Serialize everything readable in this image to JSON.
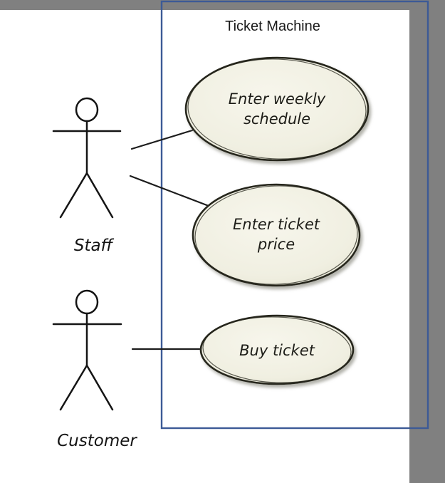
{
  "app": {
    "surround_color": "#808080",
    "page_color": "#ffffff"
  },
  "diagram": {
    "type": "uml-use-case",
    "system_boundary": {
      "title": "Ticket Machine",
      "border_color": "#3c5a96"
    },
    "actors": [
      {
        "id": "staff",
        "label": "Staff"
      },
      {
        "id": "customer",
        "label": "Customer"
      }
    ],
    "use_cases": [
      {
        "id": "enter-weekly-schedule",
        "lines": [
          "Enter weekly",
          "schedule"
        ]
      },
      {
        "id": "enter-ticket-price",
        "lines": [
          "Enter ticket",
          "price"
        ]
      },
      {
        "id": "buy-ticket",
        "lines": [
          "Buy ticket"
        ]
      }
    ],
    "associations": [
      {
        "from": "Staff",
        "to": "Enter weekly schedule"
      },
      {
        "from": "Staff",
        "to": "Enter ticket price"
      },
      {
        "from": "Customer",
        "to": "Buy ticket"
      }
    ],
    "style": {
      "ellipse_fill": "#f0efe1",
      "ellipse_fill_light": "#f7f6ec",
      "ellipse_fill_dark": "#e5e4d2",
      "ellipse_stroke": "#26261c",
      "line_color": "#1c1c1c",
      "text_color": "#1d1d18",
      "shadow_color": "#9a9a90"
    }
  }
}
